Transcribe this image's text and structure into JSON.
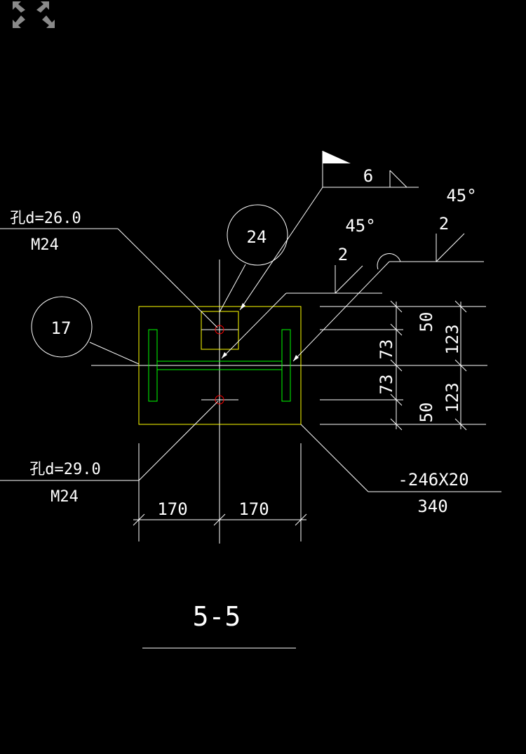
{
  "toolbar": {
    "fullscreen_icon": "expand-arrows-icon"
  },
  "drawing": {
    "section_title": "5-5",
    "balloon_24": "24",
    "balloon_17": "17",
    "weld_size_6": "6",
    "weld_angle_1": "45°",
    "weld_depth_1": "2",
    "weld_angle_2": "45°",
    "weld_depth_2": "2",
    "hole_top_label": "孔d=26.0",
    "hole_top_bolt": "M24",
    "hole_bottom_label": "孔d=29.0",
    "hole_bottom_bolt": "M24",
    "plate_size": "-246X20",
    "plate_length": "340",
    "dim_bottom_left": "170",
    "dim_bottom_right": "170",
    "dim_v_50_top": "50",
    "dim_v_73_top": "73",
    "dim_v_73_bottom": "73",
    "dim_v_50_bottom": "50",
    "dim_v_123_top": "123",
    "dim_v_123_bottom": "123"
  },
  "colors": {
    "background": "#000000",
    "line": "#ffffff",
    "plate": "#ffff00",
    "section": "#00ff00",
    "bolt": "#ff0000",
    "icon": "#8a8a8a"
  }
}
